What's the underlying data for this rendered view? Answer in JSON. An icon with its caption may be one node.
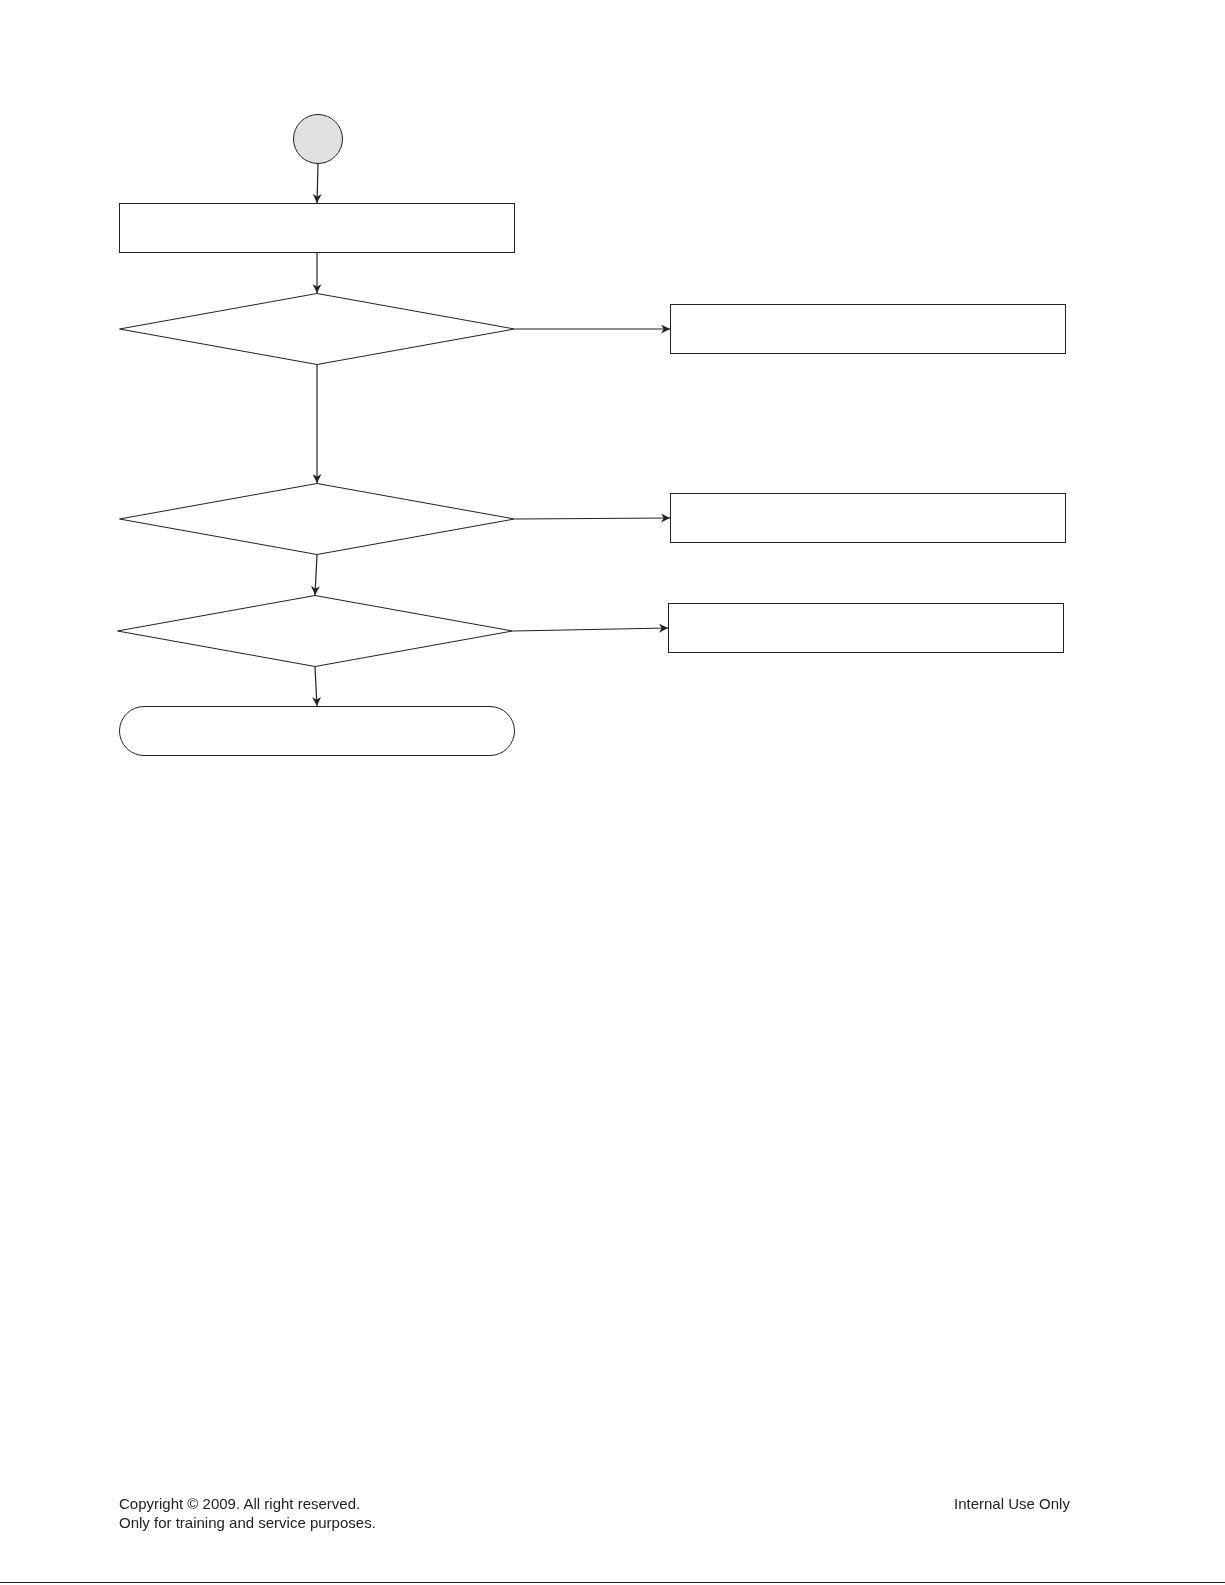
{
  "diagram": {
    "nodes": [
      {
        "text": [],
        "shape": "circle"
      },
      {
        "text": [],
        "shape": "box"
      },
      {
        "text": [],
        "shape": "diamond"
      },
      {
        "text": [],
        "shape": "box"
      },
      {
        "text": [],
        "shape": "diamond"
      },
      {
        "text": [],
        "shape": "box"
      },
      {
        "text": [],
        "shape": "diamond"
      },
      {
        "text": [],
        "shape": "box"
      },
      {
        "text": [],
        "shape": "terminal"
      }
    ],
    "edges": [
      {
        "from": 0,
        "to": 1,
        "arrow": "to"
      },
      {
        "from": 1,
        "to": 2,
        "arrow": "to"
      },
      {
        "from": 2,
        "to": 3,
        "arrow": "to"
      },
      {
        "from": 2,
        "to": 4,
        "arrow": "to"
      },
      {
        "from": 4,
        "to": 5,
        "arrow": "to"
      },
      {
        "from": 4,
        "to": 6,
        "arrow": "to"
      },
      {
        "from": 6,
        "to": 7,
        "arrow": "to"
      },
      {
        "from": 6,
        "to": 8,
        "arrow": "to"
      }
    ],
    "labels": [
      "Copyright © 2009. All right reserved.",
      "Only for training and service purposes.",
      "Internal Use Only"
    ]
  }
}
